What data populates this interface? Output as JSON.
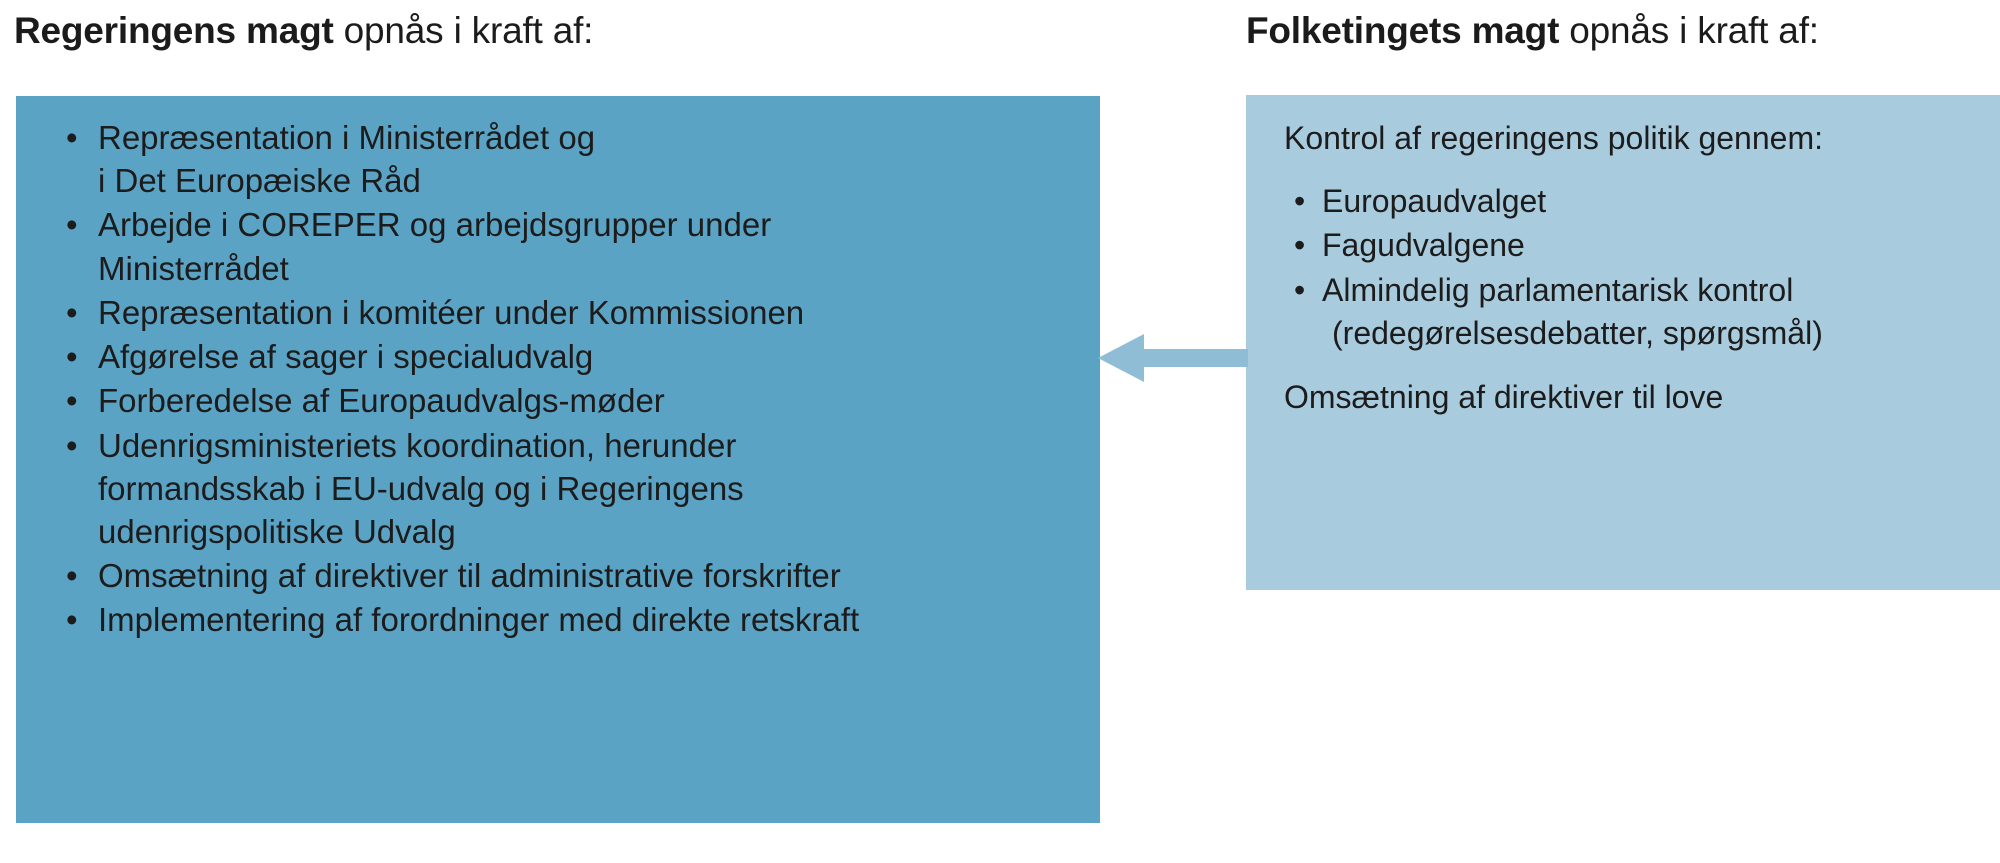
{
  "colors": {
    "left_box_fill": "#5BA3C4",
    "right_box_fill": "#A9CBDE",
    "arrow_fill": "#8FBDD6",
    "text": "#1c1c1c",
    "heading_text": "#1b1b1b",
    "page_background": "#ffffff"
  },
  "headings": {
    "left": {
      "strong": "Regeringens magt",
      "rest": " opnås i kraft af:"
    },
    "right": {
      "strong": "Folketingets magt",
      "rest": " opnås i kraft af:"
    }
  },
  "left_box": {
    "bullets": [
      {
        "line1": "Repræsentation i Ministerrådet og",
        "line2": "i Det Europæiske Råd"
      },
      {
        "line1": "Arbejde i COREPER og arbejdsgrupper under",
        "line2": "Ministerrådet"
      },
      {
        "line1": "Repræsentation i komitéer under Kommissionen",
        "line2": ""
      },
      {
        "line1": "Afgørelse af sager i specialudvalg",
        "line2": ""
      },
      {
        "line1": "Forberedelse af Europaudvalgs-møder",
        "line2": ""
      },
      {
        "line1": "Udenrigsministeriets koordination, herunder",
        "line2": "formandsskab i EU-udvalg og i Regeringens",
        "line3": "udenrigspolitiske Udvalg"
      },
      {
        "line1": "Omsætning af direktiver til administrative forskrifter",
        "line2": ""
      },
      {
        "line1": "Implementering af forordninger med direkte retskraft",
        "line2": ""
      }
    ]
  },
  "right_box": {
    "intro": "Kontrol af regeringens politik gennem:",
    "bullets": [
      {
        "line1": "Europaudvalget",
        "line2": ""
      },
      {
        "line1": "Fagudvalgene",
        "line2": ""
      },
      {
        "line1": "Almindelig parlamentarisk kontrol",
        "line2": "(redegørelsesdebatter, spørgsmål)"
      }
    ],
    "outro": "Omsætning af direktiver til love"
  },
  "arrow": {
    "direction": "left",
    "label": "arrow-from-folketinget-to-regeringen"
  }
}
